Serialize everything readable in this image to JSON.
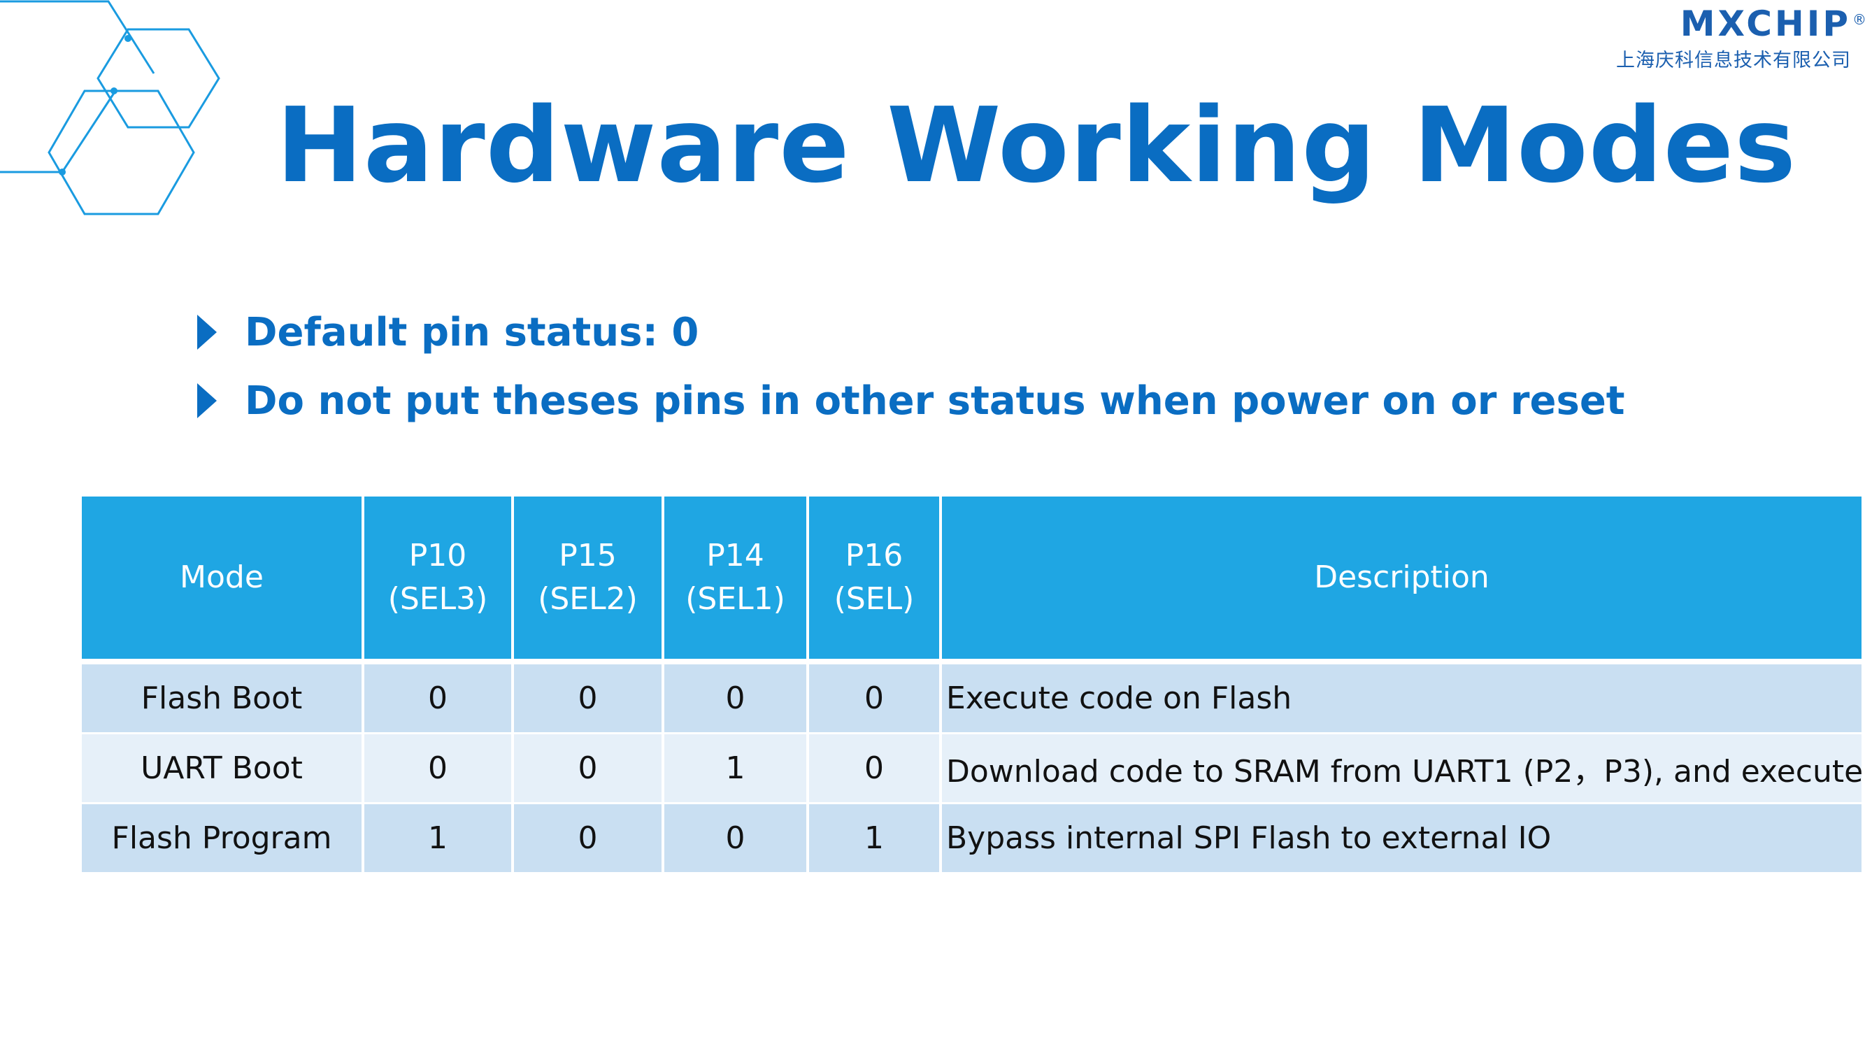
{
  "brand": {
    "logo_text": "MXCHIP",
    "registered_mark": "®",
    "company_cn": "上海庆科信息技术有限公司",
    "color": "#1b5faf"
  },
  "title": "Hardware Working Modes",
  "bullets": [
    "Default pin status: 0",
    "Do not put theses pins in other status when power on or reset"
  ],
  "table": {
    "headers": [
      {
        "line1": "Mode",
        "line2": ""
      },
      {
        "line1": "P10",
        "line2": "(SEL3)"
      },
      {
        "line1": "P15",
        "line2": "(SEL2)"
      },
      {
        "line1": "P14",
        "line2": "(SEL1)"
      },
      {
        "line1": "P16",
        "line2": "(SEL)"
      },
      {
        "line1": "Description",
        "line2": ""
      }
    ],
    "rows": [
      {
        "mode": "Flash Boot",
        "p10": "0",
        "p15": "0",
        "p14": "0",
        "p16": "0",
        "description": "Execute code on Flash"
      },
      {
        "mode": "UART Boot",
        "p10": "0",
        "p15": "0",
        "p14": "1",
        "p16": "0",
        "description": "Download code to SRAM from UART1 (P2，P3), and execute"
      },
      {
        "mode": "Flash Program",
        "p10": "1",
        "p15": "0",
        "p14": "0",
        "p16": "1",
        "description": "Bypass internal SPI Flash to external IO"
      }
    ]
  },
  "colors": {
    "title": "#0a6dc2",
    "header_bg": "#1fa6e3",
    "row_dark": "#c9dff2",
    "row_light": "#e6f0f9",
    "hex_lines": "#1a9be0"
  },
  "icons": {
    "bullet": "triangle-right-icon",
    "decoration": "hexagon-cluster"
  }
}
